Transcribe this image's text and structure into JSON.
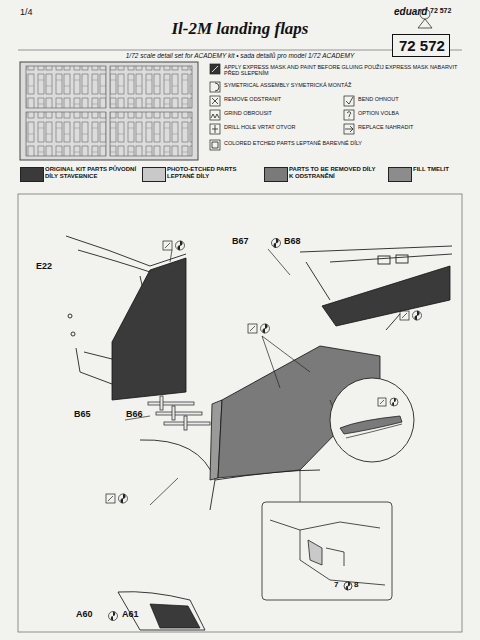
{
  "diagram": {
    "title": "Il-2M landing flaps",
    "nodes": [
      {
        "text": [
          "72 572"
        ]
      }
    ],
    "labels": [
      "1/4",
      "eduard",
      "72 572",
      "1/72 scale detail set for ACADEMY kit • sada detailů pro model 1/72 ACADEMY",
      "B67",
      "B68",
      "E22",
      "B65",
      "B66",
      "A60",
      "A61",
      "7",
      "8"
    ],
    "legend": [
      {
        "text": "APPLY EXPRESS MASK AND PAINT BEFORE GLUING POUŽIJ EXPRESS MASK NABARVIT PŘED SLEPENÍM"
      },
      {
        "text": "SYMETRICAL ASSEMBLY SYMETRICKÁ MONTÁŽ"
      },
      {
        "text": "REMOVE ODSTRANIT"
      },
      {
        "text": "BEND OHNOUT"
      },
      {
        "text": "GRIND OBROUSIT"
      },
      {
        "text": "OPTION VOLBA"
      },
      {
        "text": "DRILL HOLE VRTAT OTVOR"
      },
      {
        "text": "REPLACE NAHRADIT"
      },
      {
        "text": "COLORED ETCHED PARTS LEPTANÉ BAREVNÉ DÍLY"
      },
      {
        "text": "ORIGINAL KIT PARTS PŮVODNÍ DÍLY STAVEBNICE",
        "color": "#3a3a3a"
      },
      {
        "text": "PHOTO-ETCHED PARTS LEPTANÉ DÍLY",
        "color": "#c9c9c9"
      },
      {
        "text": "PARTS TO BE REMOVED DÍLY K ODSTRANĚNÍ",
        "color": "#7a7a7a"
      },
      {
        "text": "FILL TMELIT",
        "color": "#8c8c8c"
      }
    ]
  }
}
